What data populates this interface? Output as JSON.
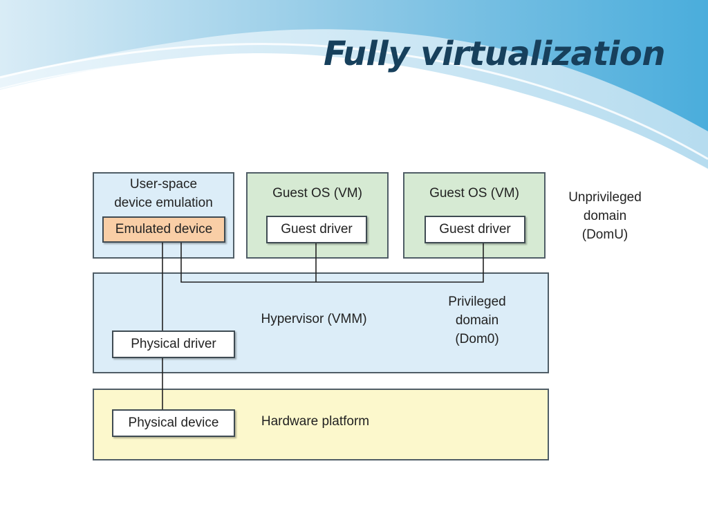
{
  "title": "Fully virtualization",
  "colors": {
    "title": "#17405c",
    "userspace_fill": "#dcedf8",
    "guest_fill": "#d6ead3",
    "emulated_fill": "#f9cea6",
    "hardware_fill": "#fcf8cc",
    "border": "#4f5d66"
  },
  "diagram": {
    "userspace": {
      "label_line1": "User-space",
      "label_line2": "device emulation",
      "emulated_device": "Emulated device"
    },
    "guests": [
      {
        "label": "Guest OS (VM)",
        "driver": "Guest driver"
      },
      {
        "label": "Guest OS (VM)",
        "driver": "Guest driver"
      }
    ],
    "unprivileged": {
      "line1": "Unprivileged",
      "line2": "domain",
      "line3": "(DomU)"
    },
    "hypervisor": {
      "label": "Hypervisor (VMM)",
      "physical_driver": "Physical driver",
      "privileged_line1": "Privileged",
      "privileged_line2": "domain",
      "privileged_line3": "(Dom0)"
    },
    "hardware": {
      "label": "Hardware platform",
      "physical_device": "Physical device"
    }
  }
}
